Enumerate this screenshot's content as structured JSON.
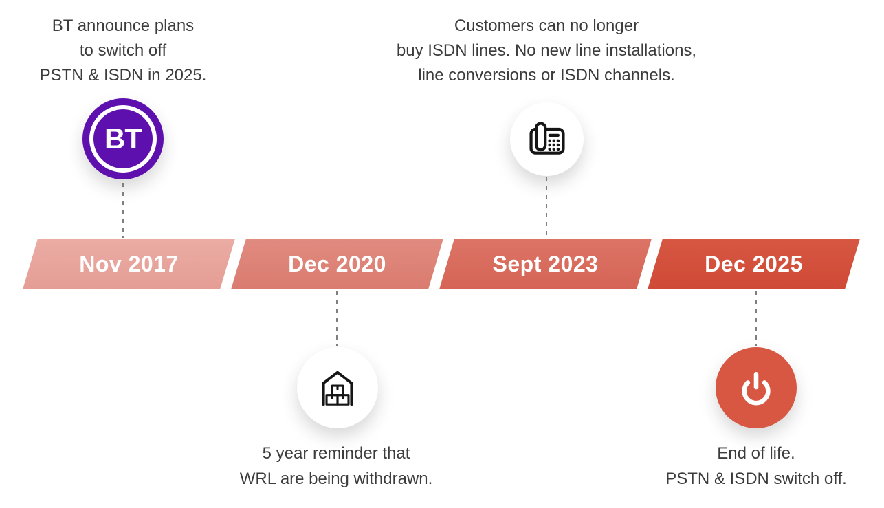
{
  "timeline": {
    "bar": {
      "segments": [
        {
          "label": "Nov 2017",
          "color_top": "#eaaca4",
          "color_bottom": "#e49d94"
        },
        {
          "label": "Dec 2020",
          "color_top": "#e18b80",
          "color_bottom": "#da7b6f"
        },
        {
          "label": "Sept 2023",
          "color_top": "#dc7466",
          "color_bottom": "#d56455"
        },
        {
          "label": "Dec 2025",
          "color_top": "#d65742",
          "color_bottom": "#cf4a36"
        }
      ]
    },
    "events": {
      "bt_announce": {
        "lines": [
          "BT announce plans",
          "to switch off",
          "PSTN & ISDN in 2025."
        ]
      },
      "isdn_stop": {
        "lines": [
          "Customers can no longer",
          "buy ISDN lines. No new line installations,",
          "line conversions or ISDN channels."
        ]
      },
      "wrl_reminder": {
        "lines": [
          "5 year reminder that",
          "WRL are being withdrawn."
        ]
      },
      "end_of_life": {
        "lines": [
          "End of life.",
          "PSTN & ISDN switch off."
        ]
      }
    }
  },
  "icons": {
    "bt_logo": {
      "text": "BT",
      "color": "#5e10ae"
    },
    "phone": {
      "name": "desk-phone-icon",
      "color": "#151515"
    },
    "warehouse": {
      "name": "warehouse-boxes-icon",
      "color": "#151515"
    },
    "power": {
      "name": "power-icon",
      "bg_color": "#d75743",
      "glyph_color": "#ffffff"
    }
  },
  "colors": {
    "background": "#ffffff",
    "text": "#3c3c3c",
    "dashed_line": "#7f7f7f",
    "segment_label_text": "#ffffff"
  }
}
